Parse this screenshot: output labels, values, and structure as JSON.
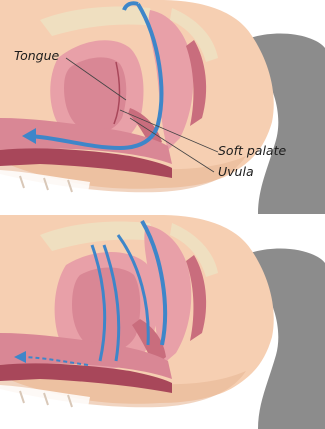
{
  "labels": {
    "tongue": "Tongue",
    "soft_palate": "Soft palate",
    "uvula": "Uvula"
  },
  "colors": {
    "background": "#ffffff",
    "skin": "#f6cfb2",
    "skin_shadow": "#e8b896",
    "tissue": "#e8a0a8",
    "tissue_dark": "#c96d7d",
    "tissue_deep": "#a8475a",
    "bone": "#efdfc0",
    "hair": "#8c8c8c",
    "airflow": "#3e86c9",
    "leader": "#444444"
  },
  "panels": [
    {
      "id": "top",
      "airway": "open"
    },
    {
      "id": "bottom",
      "airway": "obstructed"
    }
  ]
}
